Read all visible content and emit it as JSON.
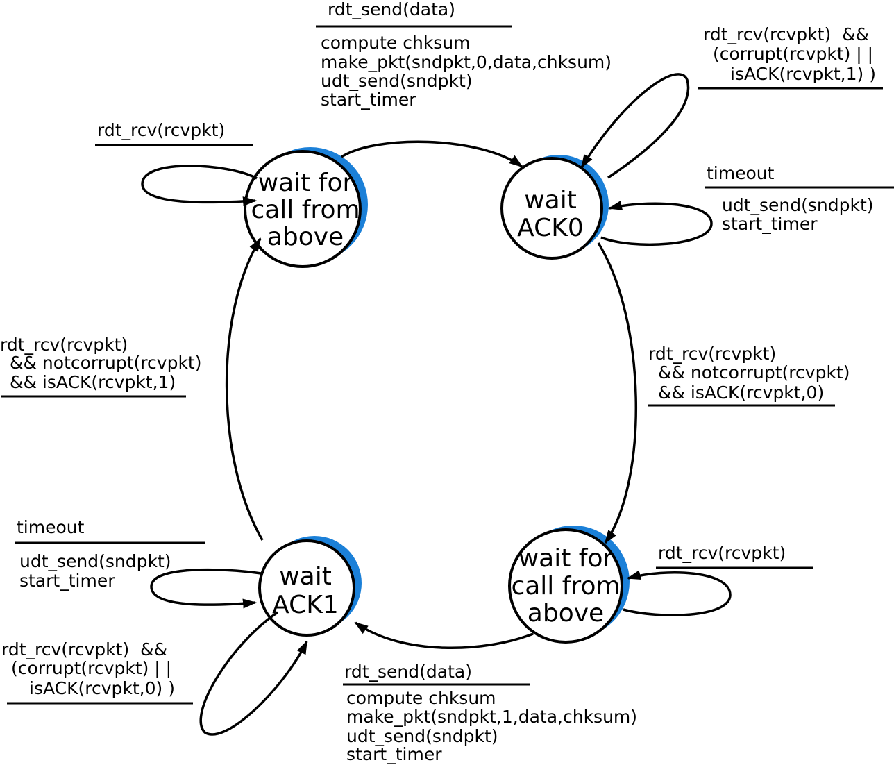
{
  "states": {
    "wait_call_0": {
      "lines": [
        "wait for",
        "call from",
        "above"
      ]
    },
    "wait_ack0": {
      "lines": [
        "wait",
        "ACK0"
      ]
    },
    "wait_call_1": {
      "lines": [
        "wait for",
        "call from",
        "above"
      ]
    },
    "wait_ack1": {
      "lines": [
        "wait",
        "ACK1"
      ]
    }
  },
  "transitions": {
    "send_pkt0": {
      "event": [
        "rdt_send(data)"
      ],
      "actions": [
        "compute chksum",
        "make_pkt(sndpkt,0,data,chksum)",
        "udt_send(sndpkt)",
        "start_timer"
      ]
    },
    "ack0_corrupt_or_ack1": {
      "event": [
        "rdt_rcv(rcvpkt)  &&",
        "(corrupt(rcvpkt) | |",
        "isACK(rcvpkt,1) )"
      ]
    },
    "ack0_timeout": {
      "event": [
        "timeout"
      ],
      "actions": [
        "udt_send(sndpkt)",
        "start_timer"
      ]
    },
    "wait_call_0_rcv": {
      "event": [
        "rdt_rcv(rcvpkt)"
      ]
    },
    "ack1_ok": {
      "event": [
        "rdt_rcv(rcvpkt)",
        "&& notcorrupt(rcvpkt)",
        "&& isACK(rcvpkt,1)"
      ]
    },
    "ack0_ok": {
      "event": [
        "rdt_rcv(rcvpkt)",
        "&& notcorrupt(rcvpkt)",
        "&& isACK(rcvpkt,0)"
      ]
    },
    "wait_call_1_rcv": {
      "event": [
        "rdt_rcv(rcvpkt)"
      ]
    },
    "ack1_timeout": {
      "event": [
        "timeout"
      ],
      "actions": [
        "udt_send(sndpkt)",
        "start_timer"
      ]
    },
    "ack1_corrupt_or_ack0": {
      "event": [
        "rdt_rcv(rcvpkt)  &&",
        "(corrupt(rcvpkt) | |",
        "isACK(rcvpkt,0) )"
      ]
    },
    "send_pkt1": {
      "event": [
        "rdt_send(data)"
      ],
      "actions": [
        "compute chksum",
        "make_pkt(sndpkt,1,data,chksum)",
        "udt_send(sndpkt)",
        "start_timer"
      ]
    }
  },
  "colors": {
    "state_highlight": "#1b80d8",
    "line": "#000000",
    "state_fill": "#ffffff"
  }
}
